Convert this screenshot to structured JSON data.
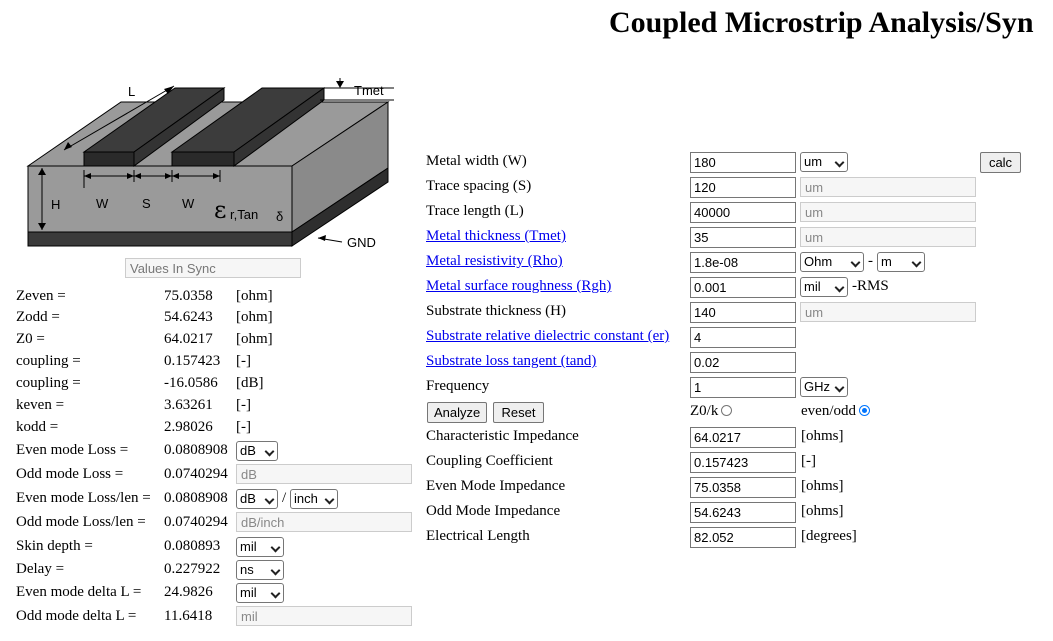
{
  "title": "Coupled Microstrip Analysis/Syn",
  "diagram": {
    "label_L": "L",
    "label_Tmet": "Tmet",
    "label_H": "H",
    "label_W1": "W",
    "label_S": "S",
    "label_W2": "W",
    "label_er": "ε",
    "label_er_sub": "r,Tan",
    "label_delta": "δ",
    "label_GND": "GND"
  },
  "sync_status": "Values In Sync",
  "results": [
    {
      "label": "Zeven =",
      "value": "75.0358",
      "unit": "[ohm]"
    },
    {
      "label": "Zodd =",
      "value": "54.6243",
      "unit": "[ohm]"
    },
    {
      "label": "Z0 =",
      "value": "64.0217",
      "unit": "[ohm]"
    },
    {
      "label": "coupling =",
      "value": "0.157423",
      "unit": "[-]"
    },
    {
      "label": "coupling =",
      "value": "-16.0586",
      "unit": "[dB]"
    },
    {
      "label": "keven =",
      "value": "3.63261",
      "unit": "[-]"
    },
    {
      "label": "kodd =",
      "value": "2.98026",
      "unit": "[-]"
    },
    {
      "label": "Even mode Loss =",
      "value": "0.0808908",
      "unit_select": "dB"
    },
    {
      "label": "Odd mode Loss =",
      "value": "0.0740294",
      "unit_disabled": "dB"
    },
    {
      "label": "Even mode Loss/len =",
      "value": "0.0808908",
      "unit_select": "dB",
      "unit_sep": "/",
      "unit_select2": "inch"
    },
    {
      "label": "Odd mode Loss/len =",
      "value": "0.0740294",
      "unit_disabled": "dB/inch"
    },
    {
      "label": "Skin depth =",
      "value": "0.080893",
      "unit_select": "mil"
    },
    {
      "label": "Delay =",
      "value": "0.227922",
      "unit_select": "ns"
    },
    {
      "label": "Even mode delta L =",
      "value": "24.9826",
      "unit_select": "mil"
    },
    {
      "label": "Odd mode delta L =",
      "value": "11.6418",
      "unit_disabled": "mil"
    }
  ],
  "form": {
    "calc_label": "calc",
    "fields": [
      {
        "label": "Metal width (W)",
        "link": false,
        "value": "180",
        "unit_select": "um"
      },
      {
        "label": "Trace spacing (S)",
        "link": false,
        "value": "120",
        "unit_disabled": "um"
      },
      {
        "label": "Trace length (L)",
        "link": false,
        "value": "40000",
        "unit_disabled": "um"
      },
      {
        "label": "Metal thickness (Tmet)",
        "link": true,
        "value": "35",
        "unit_disabled": "um"
      },
      {
        "label": "Metal resistivity (Rho)",
        "link": true,
        "value": "1.8e-08",
        "unit_select": "Ohm",
        "unit_sep": "-",
        "unit_select2": "m"
      },
      {
        "label": "Metal surface roughness (Rgh)",
        "link": true,
        "value": "0.001",
        "unit_select": "mil",
        "unit_suffix": "-RMS"
      },
      {
        "label": "Substrate thickness (H)",
        "link": false,
        "value": "140",
        "unit_disabled": "um"
      },
      {
        "label": "Substrate relative dielectric constant (er)",
        "link": true,
        "value": "4"
      },
      {
        "label": "Substrate loss tangent (tand)",
        "link": true,
        "value": "0.02"
      },
      {
        "label": "Frequency",
        "link": false,
        "value": "1",
        "unit_select": "GHz"
      }
    ],
    "analyze_label": "Analyze",
    "reset_label": "Reset",
    "radio_z0k_label": "Z0/k",
    "radio_evenodd_label": "even/odd",
    "outputs": [
      {
        "label": "Characteristic Impedance",
        "value": "64.0217",
        "unit": "[ohms]"
      },
      {
        "label": "Coupling Coefficient",
        "value": "0.157423",
        "unit": "[-]"
      },
      {
        "label": "Even Mode Impedance",
        "value": "75.0358",
        "unit": "[ohms]"
      },
      {
        "label": "Odd Mode Impedance",
        "value": "54.6243",
        "unit": "[ohms]"
      },
      {
        "label": "Electrical Length",
        "value": "82.052",
        "unit": "[degrees]"
      }
    ]
  }
}
